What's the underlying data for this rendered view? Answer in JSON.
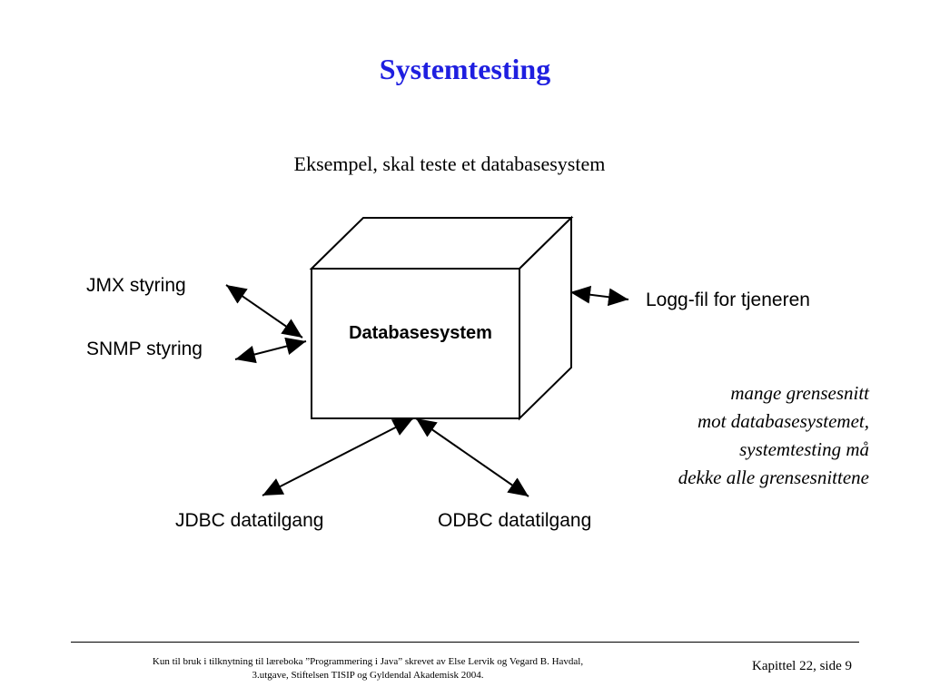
{
  "slide": {
    "title": "Systemtesting",
    "subtitle": "Eksempel, skal teste et databasesystem"
  },
  "diagram": {
    "box_label": "Databasesystem",
    "interfaces": {
      "jmx": "JMX styring",
      "snmp": "SNMP styring",
      "logfile": "Logg-fil for tjeneren",
      "jdbc": "JDBC datatilgang",
      "odbc": "ODBC datatilgang"
    },
    "note_lines": [
      "mange grensesnitt",
      "mot databasesystemet,",
      "systemtesting må",
      "dekke alle grensesnittene"
    ]
  },
  "footer": {
    "credit_lines": [
      "Kun til bruk i tilknytning til læreboka ”Programmering i Java” skrevet av Else Lervik og Vegard B. Havdal,",
      "3.utgave, Stiftelsen TISIP og Gyldendal Akademisk 2004."
    ],
    "page_ref": "Kapittel 22, side 9"
  }
}
